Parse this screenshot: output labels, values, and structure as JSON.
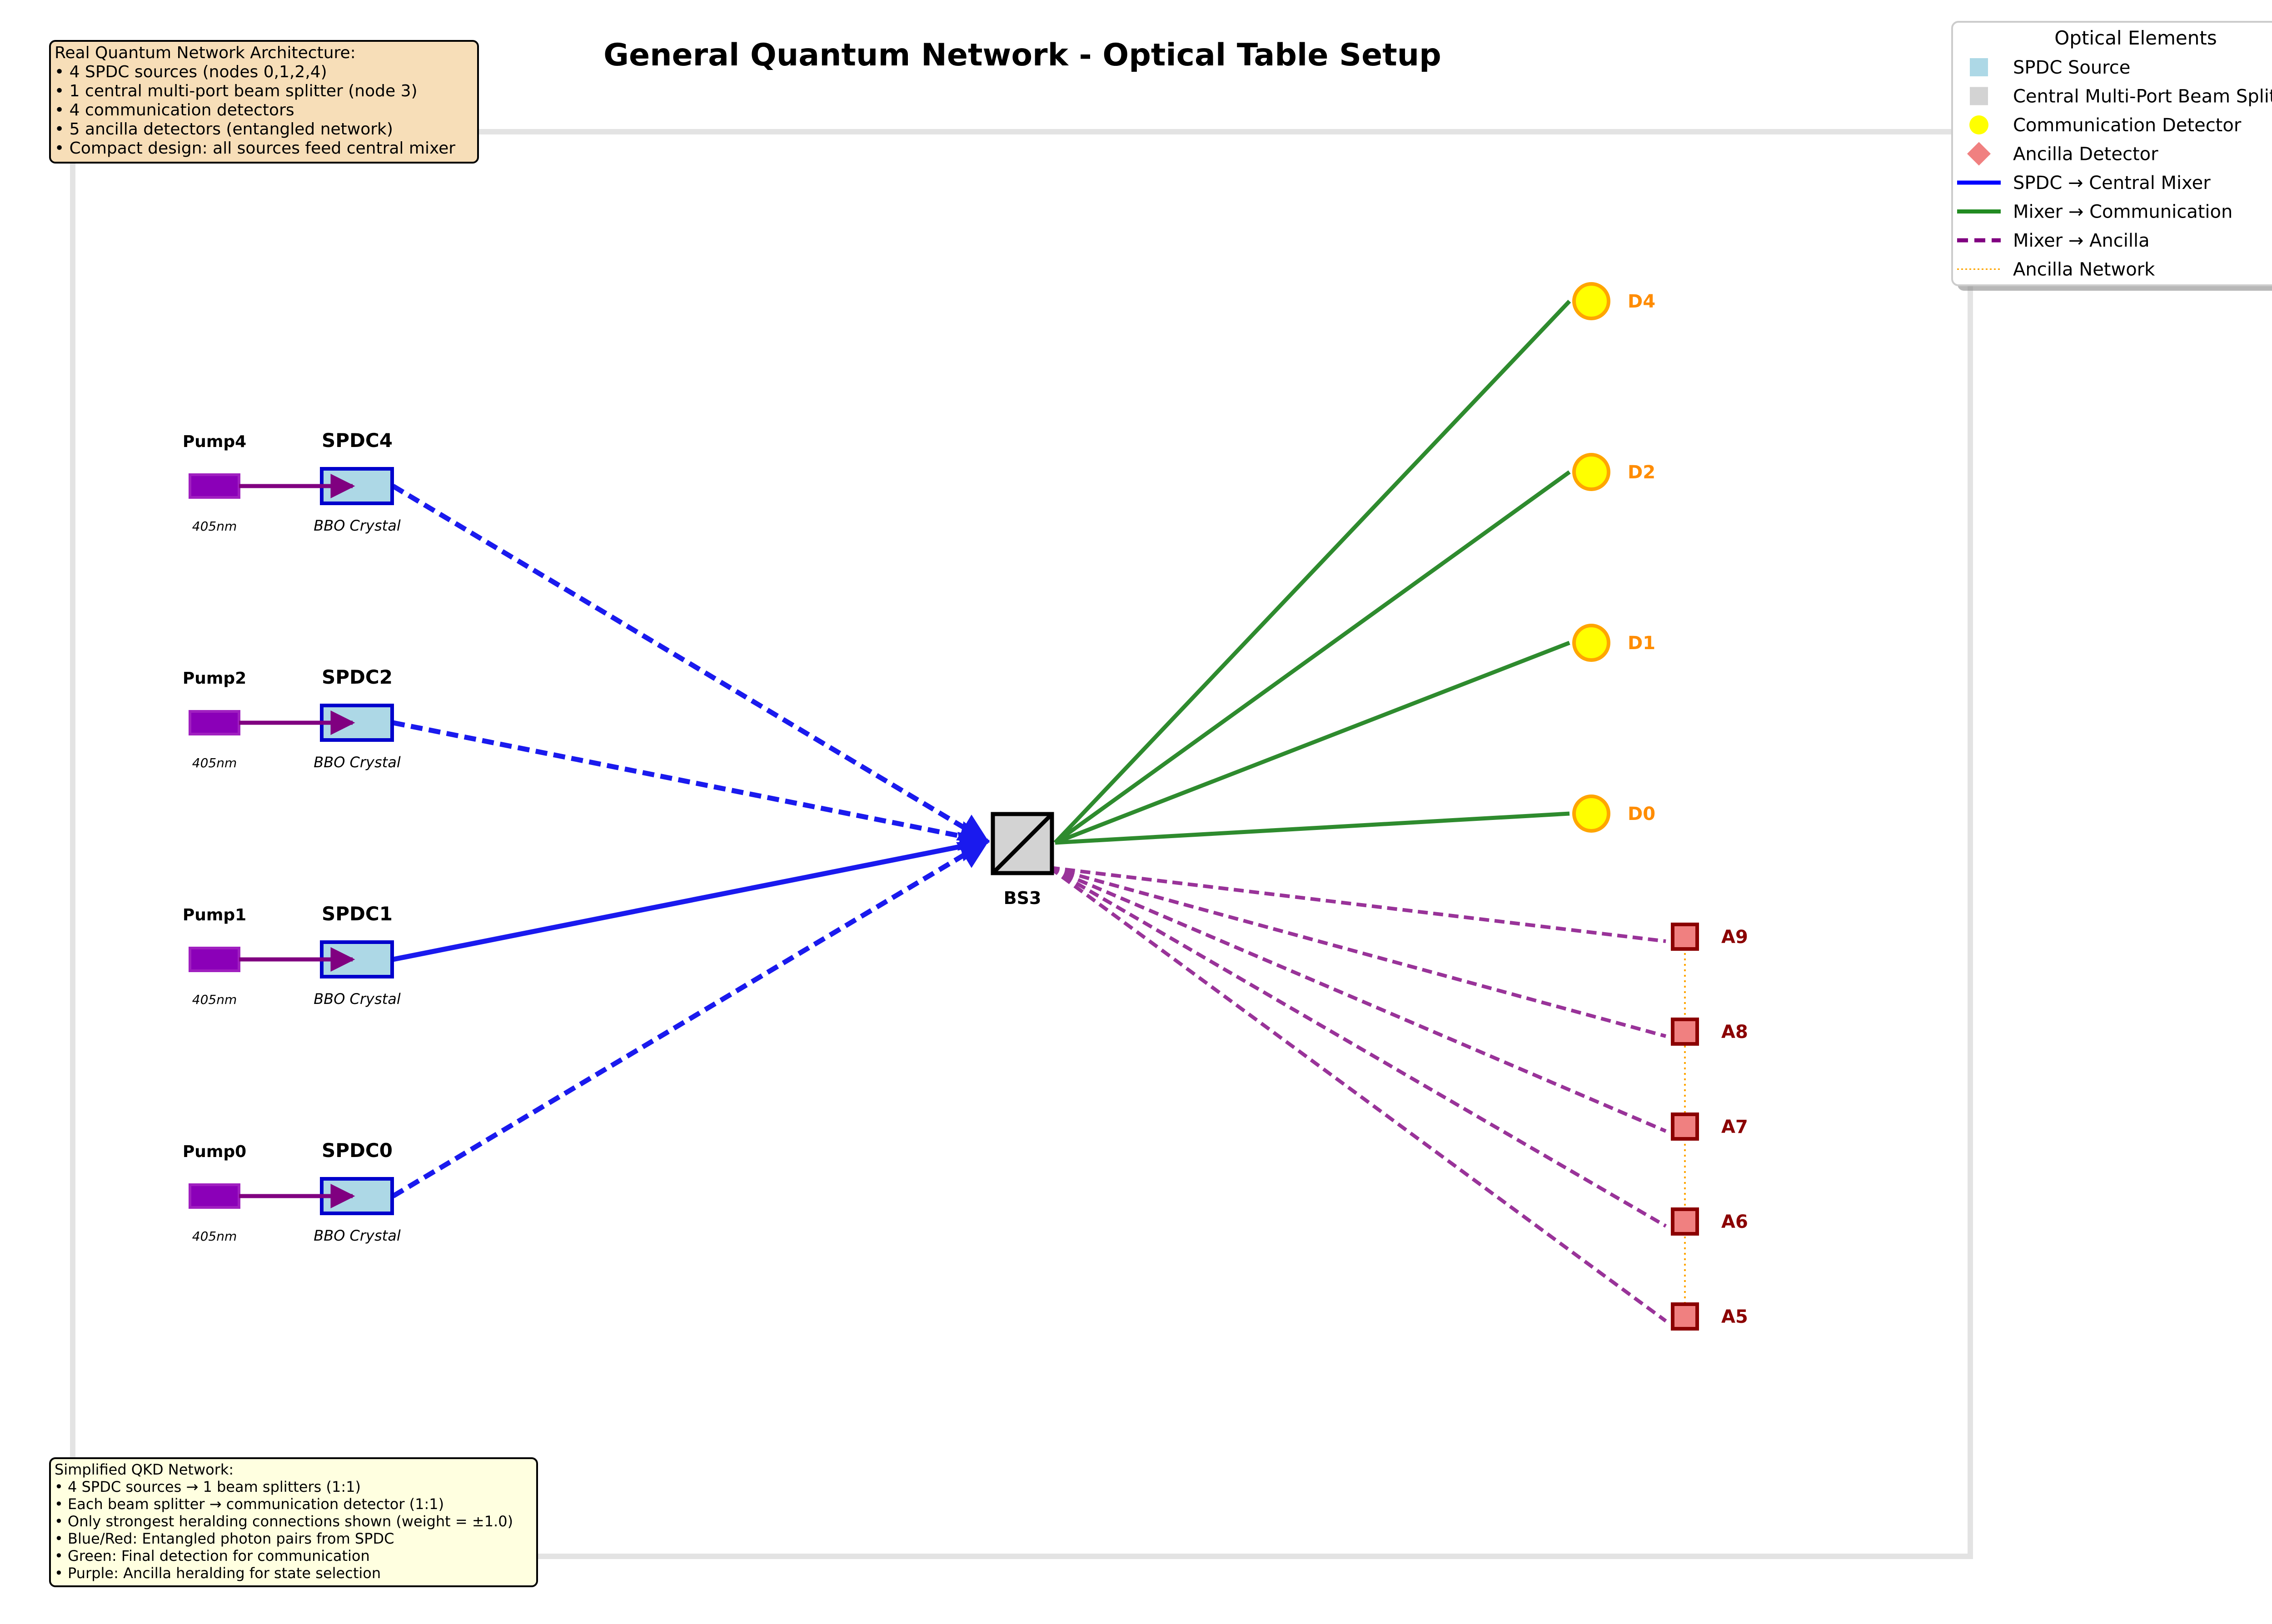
{
  "title": "General Quantum Network - Optical Table Setup",
  "info_box": {
    "lines": [
      "Real Quantum Network Architecture:",
      "• 4 SPDC sources (nodes 0,1,2,4)",
      "• 1 central multi-port beam splitter (node 3)",
      "• 4 communication detectors",
      "• 5 ancilla detectors (entangled network)",
      "• Compact design: all sources feed central mixer"
    ]
  },
  "note_box": {
    "lines": [
      "Simplified QKD Network:",
      "• 4 SPDC sources → 1 beam splitters (1:1)",
      "• Each beam splitter → communication detector (1:1)",
      "• Only strongest heralding connections shown (weight = ±1.0)",
      "• Blue/Red: Entangled photon pairs from SPDC",
      "• Green: Final detection for communication",
      "• Purple: Ancilla heralding for state selection"
    ]
  },
  "legend": {
    "title": "Optical Elements",
    "items": [
      {
        "label": "SPDC Source",
        "marker": "square",
        "color": "#add8e6"
      },
      {
        "label": "Central Multi-Port Beam Splitter",
        "marker": "square",
        "color": "#d3d3d3"
      },
      {
        "label": "Communication Detector",
        "marker": "circle",
        "color": "#ffff00"
      },
      {
        "label": "Ancilla Detector",
        "marker": "diamond",
        "color": "#f08080"
      },
      {
        "label": "SPDC → Central Mixer",
        "marker": "line-solid",
        "color": "#0000ff"
      },
      {
        "label": "Mixer → Communication",
        "marker": "line-solid",
        "color": "#228b22"
      },
      {
        "label": "Mixer → Ancilla",
        "marker": "line-dashed",
        "color": "#800080"
      },
      {
        "label": "Ancilla Network",
        "marker": "line-dotted",
        "color": "#ffa500"
      }
    ]
  },
  "sources": [
    {
      "name": "SPDC4",
      "pump": "Pump4",
      "wavelength": "405nm",
      "crystal": "BBO Crystal",
      "link": "dashed"
    },
    {
      "name": "SPDC2",
      "pump": "Pump2",
      "wavelength": "405nm",
      "crystal": "BBO Crystal",
      "link": "dashed"
    },
    {
      "name": "SPDC1",
      "pump": "Pump1",
      "wavelength": "405nm",
      "crystal": "BBO Crystal",
      "link": "solid"
    },
    {
      "name": "SPDC0",
      "pump": "Pump0",
      "wavelength": "405nm",
      "crystal": "BBO Crystal",
      "link": "dashed"
    }
  ],
  "beam_splitter": {
    "name": "BS3"
  },
  "comm_detectors": [
    "D4",
    "D2",
    "D1",
    "D0"
  ],
  "ancilla_detectors": [
    "A9",
    "A8",
    "A7",
    "A6",
    "A5"
  ],
  "colors": {
    "spdc_fill": "#add8e6",
    "spdc_edge": "#0000cc",
    "pump": "#800080",
    "pump_fill": "#8b00b8",
    "blue_link": "#1a1aee",
    "green_link": "#2e8b2e",
    "purple_link": "#993399",
    "comm_fill": "#ffff00",
    "comm_edge": "#ffa500",
    "comm_label": "#ff8c00",
    "ancilla_fill": "#f08080",
    "ancilla_edge": "#8b0000",
    "ancilla_label": "#8b0000",
    "dotted": "#ffa500",
    "bs_fill": "#d3d3d3",
    "info_bg": "#f7deb8",
    "note_bg": "#ffffe0",
    "frame": "#e3e3e3"
  }
}
